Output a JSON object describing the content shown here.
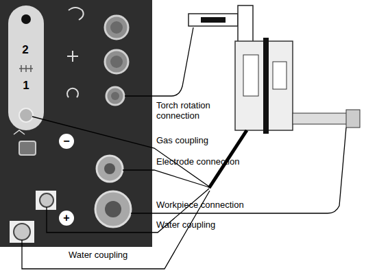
{
  "diagram": {
    "labels": [
      "2",
      "1",
      "−",
      "+",
      "Torch rotation connection",
      "Gas coupling",
      "Electrode connection",
      "Workpiece connection",
      "Water coupling",
      "Water coupling"
    ]
  }
}
